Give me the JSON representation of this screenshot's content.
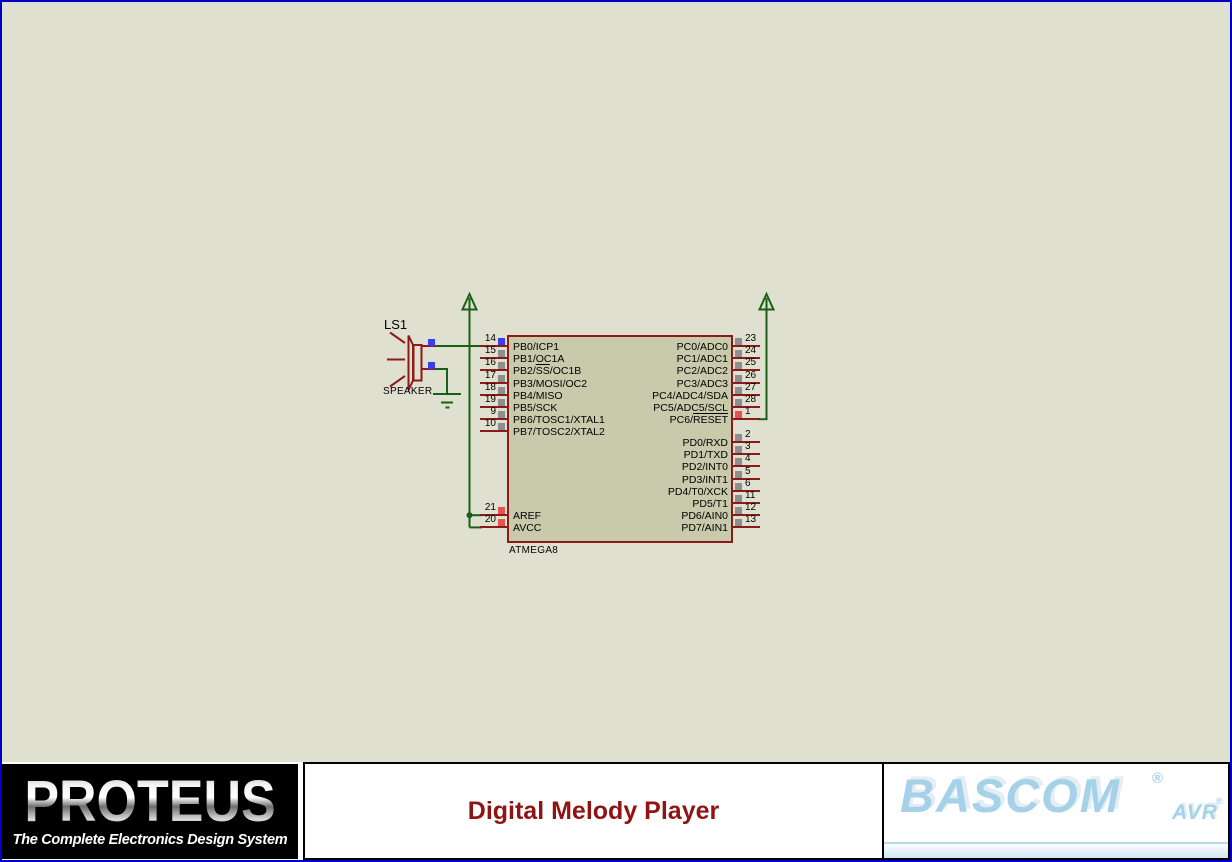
{
  "schematic": {
    "speaker": {
      "ref": "LS1",
      "type_label": "SPEAKER"
    },
    "chip": {
      "name": "ATMEGA8",
      "left_pins": [
        {
          "num": "14",
          "label": "PB0/ICP1",
          "square": "blue"
        },
        {
          "num": "15",
          "label": "PB1/OC1A",
          "square": "gray"
        },
        {
          "num": "16",
          "label": "PB2/SS/OC1B",
          "overline": "SS",
          "square": "gray"
        },
        {
          "num": "17",
          "label": "PB3/MOSI/OC2",
          "square": "gray"
        },
        {
          "num": "18",
          "label": "PB4/MISO",
          "square": "gray"
        },
        {
          "num": "19",
          "label": "PB5/SCK",
          "square": "gray"
        },
        {
          "num": "9",
          "label": "PB6/TOSC1/XTAL1",
          "square": "gray"
        },
        {
          "num": "10",
          "label": "PB7/TOSC2/XTAL2",
          "square": "gray"
        }
      ],
      "power_pins": [
        {
          "num": "21",
          "label": "AREF",
          "square": "red"
        },
        {
          "num": "20",
          "label": "AVCC",
          "square": "red"
        }
      ],
      "right_pins_portc": [
        {
          "num": "23",
          "label": "PC0/ADC0",
          "square": "gray"
        },
        {
          "num": "24",
          "label": "PC1/ADC1",
          "square": "gray"
        },
        {
          "num": "25",
          "label": "PC2/ADC2",
          "square": "gray"
        },
        {
          "num": "26",
          "label": "PC3/ADC3",
          "square": "gray"
        },
        {
          "num": "27",
          "label": "PC4/ADC4/SDA",
          "square": "gray"
        },
        {
          "num": "28",
          "label": "PC5/ADC5/SCL",
          "square": "gray"
        },
        {
          "num": "1",
          "label": "PC6/RESET",
          "overline": "RESET",
          "square": "red"
        }
      ],
      "right_pins_portd": [
        {
          "num": "2",
          "label": "PD0/RXD",
          "square": "gray"
        },
        {
          "num": "3",
          "label": "PD1/TXD",
          "square": "gray"
        },
        {
          "num": "4",
          "label": "PD2/INT0",
          "square": "gray"
        },
        {
          "num": "5",
          "label": "PD3/INT1",
          "square": "gray"
        },
        {
          "num": "6",
          "label": "PD4/T0/XCK",
          "square": "gray"
        },
        {
          "num": "11",
          "label": "PD5/T1",
          "square": "gray"
        },
        {
          "num": "12",
          "label": "PD6/AIN0",
          "square": "gray"
        },
        {
          "num": "13",
          "label": "PD7/AIN1",
          "square": "gray"
        }
      ]
    }
  },
  "footer": {
    "proteus_logo": "PROTEUS",
    "proteus_tagline": "The Complete Electronics Design System",
    "plate_title": "Digital Melody Player",
    "bascom_logo": "BASCOM",
    "bascom_variant": "AVR",
    "registered_mark": "®"
  },
  "colors": {
    "canvas_bg": "#e0e0d1",
    "canvas_border": "#0000c8",
    "wire_green": "#176117",
    "component_red": "#8b1a1a",
    "chip_fill": "#c9c9ac",
    "square_gray": "#8e8e8e",
    "square_blue": "#3c3cf0",
    "square_red": "#e65353",
    "plate_title_red": "#911414",
    "bascom_blue": "#a5d2e8"
  }
}
